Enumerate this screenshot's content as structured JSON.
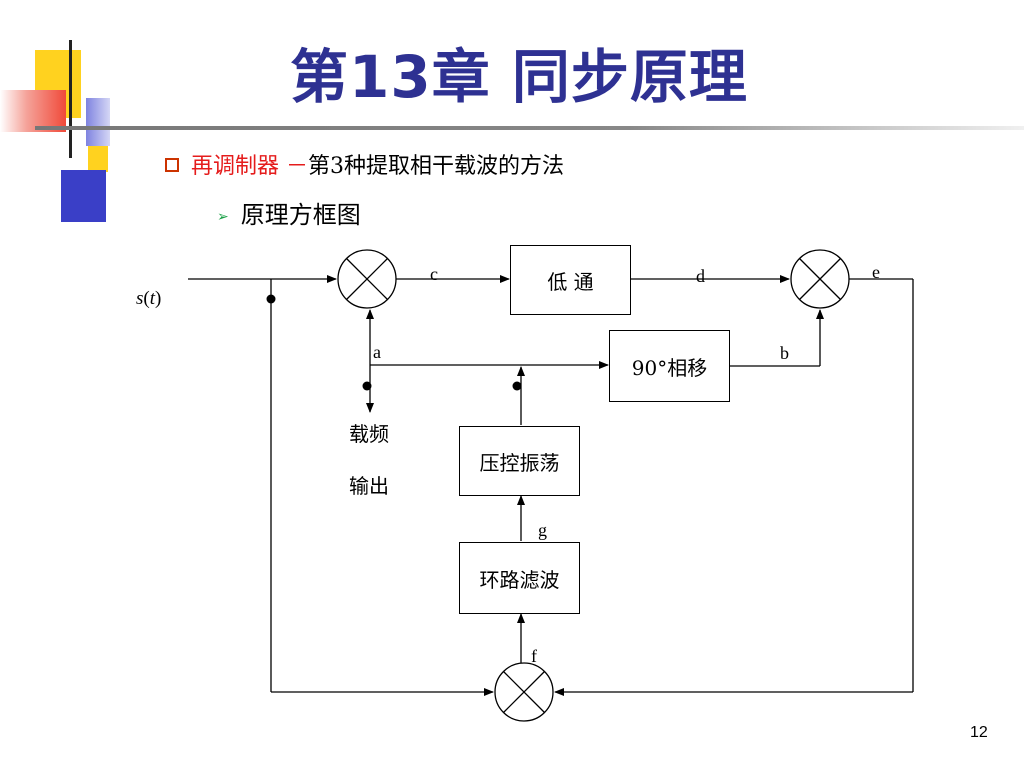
{
  "slide": {
    "title": "第13章 同步原理",
    "bullet_red": "再调制器 －",
    "bullet_rest": "第3种提取相干载波的方法",
    "sub_bullet": "原理方框图",
    "page_number": "12"
  },
  "diagram": {
    "input_label_s": "s",
    "input_label_t": "t",
    "blocks": {
      "lowpass": "低 通",
      "phase_shift": "90°相移",
      "vco": "压控振荡",
      "loop_filter": "环路滤波"
    },
    "signals": {
      "a": "a",
      "b": "b",
      "c": "c",
      "d": "d",
      "e": "e",
      "f": "f",
      "g": "g"
    },
    "carrier_output_1": "载频",
    "carrier_output_2": "输出"
  },
  "colors": {
    "title": "#2e3192",
    "accent_red": "#e51c1c",
    "deco_yellow": "#ffd21f",
    "deco_blue": "#3a3fc7",
    "deco_red": "#f04a3a"
  }
}
